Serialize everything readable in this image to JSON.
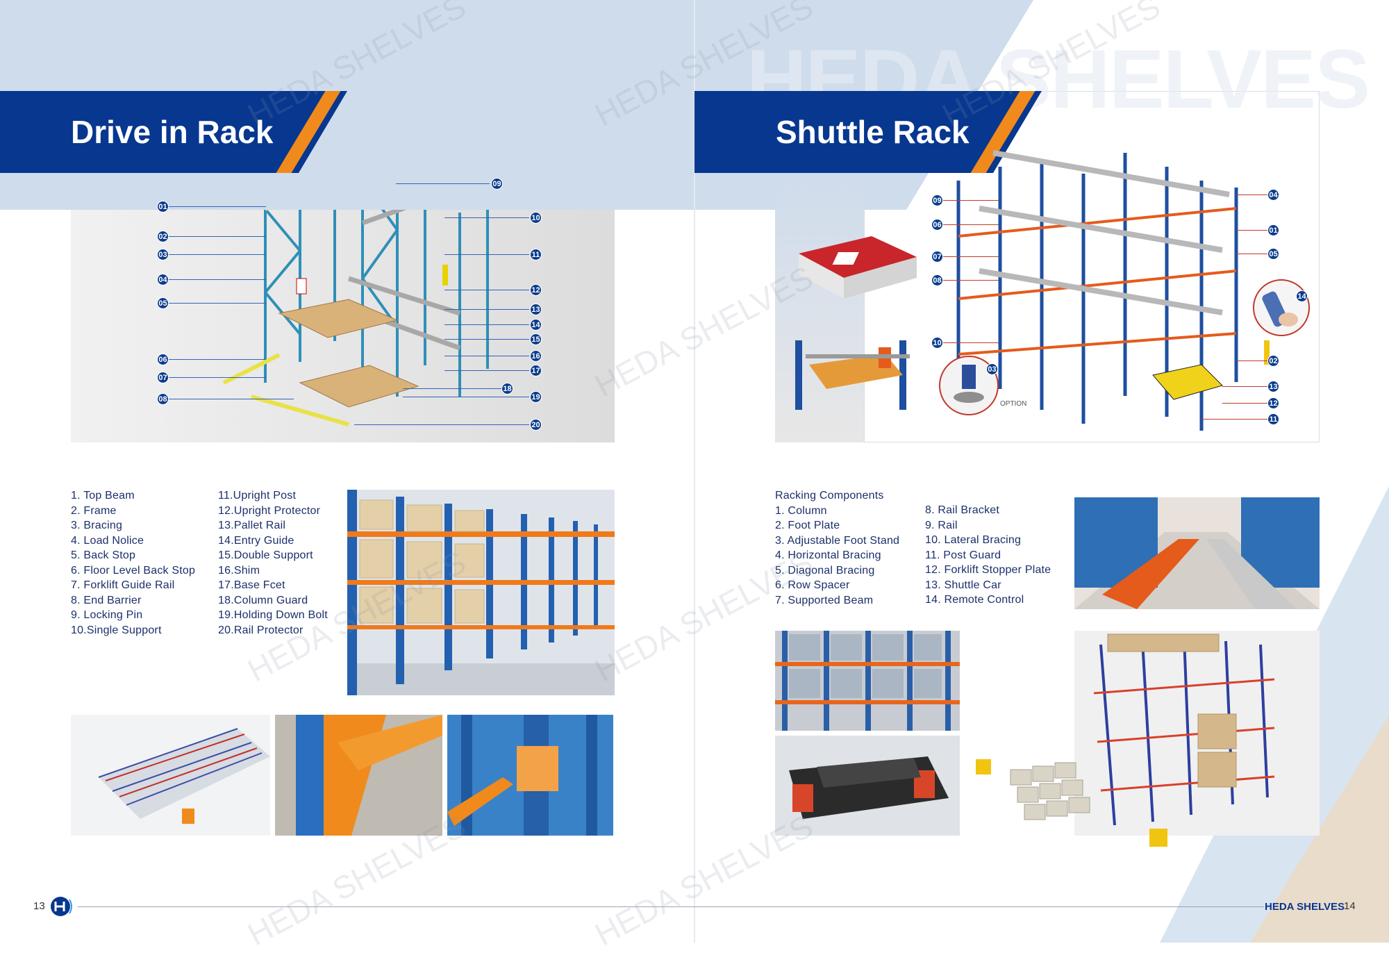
{
  "left_page": {
    "title": "Drive in Rack",
    "callouts": [
      "01",
      "02",
      "03",
      "04",
      "05",
      "06",
      "07",
      "08",
      "09",
      "10",
      "11",
      "12",
      "13",
      "14",
      "15",
      "16",
      "17",
      "18",
      "19",
      "20"
    ],
    "legend_col1": [
      "1.  Top Beam",
      "2.  Frame",
      "3.  Bracing",
      "4.  Load Nolice",
      "5.  Back Stop",
      "6.  Floor Level Back Stop",
      "7.  Forklift Guide Rail",
      "8.  End Barrier",
      "9.  Locking Pin",
      "10.Single Support"
    ],
    "legend_col2": [
      "11.Upright Post",
      "12.Upright Protector",
      "13.Pallet Rail",
      "14.Entry Guide",
      "15.Double Support",
      "16.Shim",
      "17.Base Fcet",
      "18.Column Guard",
      "19.Holding Down Bolt",
      "20.Rail Protector"
    ],
    "page_number": "13"
  },
  "right_page": {
    "title": "Shuttle Rack",
    "callouts": [
      "09",
      "06",
      "07",
      "08",
      "10",
      "03",
      "04",
      "01",
      "05",
      "14",
      "02",
      "13",
      "12",
      "11"
    ],
    "option_label": "OPTION",
    "legend_heading": "Racking Components",
    "legend_col1": [
      "1. Column",
      "2. Foot Plate",
      "3. Adjustable Foot Stand",
      "4. Horizontal Bracing",
      "5. Diagonal Bracing",
      "6. Row Spacer",
      "7. Supported Beam"
    ],
    "legend_col2": [
      "8.  Rail Bracket",
      "9.  Rail",
      "10. Lateral Bracing",
      "11. Post Guard",
      "12. Forklift Stopper Plate",
      "13. Shuttle Car",
      "14. Remote Control"
    ],
    "brand": "HEDA SHELVES",
    "page_number": "14"
  },
  "watermark_text": "HEDA SHELVES",
  "colors": {
    "brand_blue": "#07378f",
    "accent_orange": "#f08a1c",
    "light_band": "#cfdcec",
    "text_blue": "#1b2f6a"
  }
}
